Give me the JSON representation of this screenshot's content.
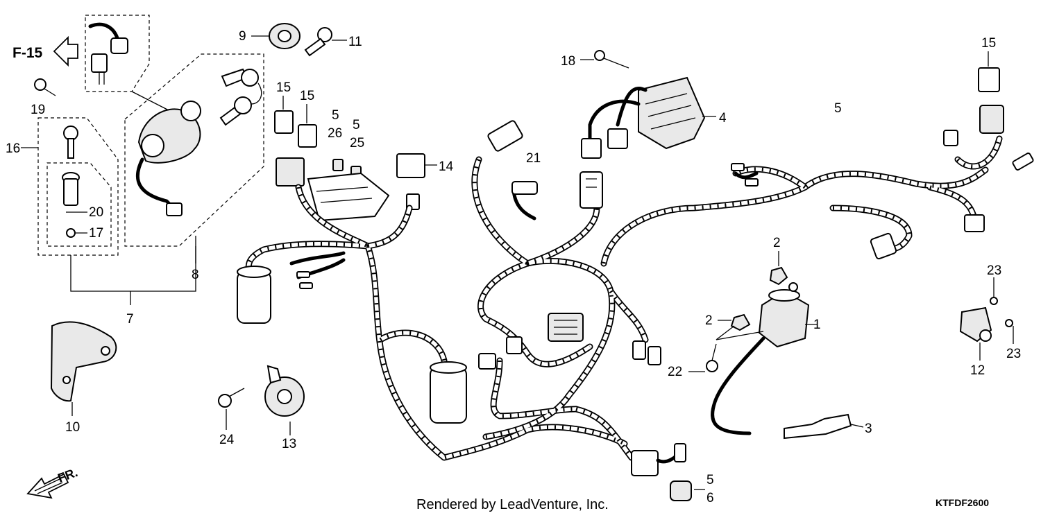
{
  "diagram": {
    "reference_code": "F-15",
    "direction_label": "FR.",
    "credit": "Rendered by LeadVenture, Inc.",
    "diagram_code": "KTFDF2600",
    "callouts": {
      "c1": "1",
      "c2a": "2",
      "c2b": "2",
      "c3": "3",
      "c4": "4",
      "c5a": "5",
      "c5b": "5",
      "c5c": "5",
      "c5d": "5",
      "c6": "6",
      "c7": "7",
      "c8": "8",
      "c9": "9",
      "c10": "10",
      "c11": "11",
      "c12": "12",
      "c13": "13",
      "c14": "14",
      "c15a": "15",
      "c15b": "15",
      "c15c": "15",
      "c16": "16",
      "c17": "17",
      "c18": "18",
      "c19": "19",
      "c20": "20",
      "c21": "21",
      "c22": "22",
      "c23a": "23",
      "c23b": "23",
      "c24": "24",
      "c25": "25",
      "c26": "26"
    }
  }
}
